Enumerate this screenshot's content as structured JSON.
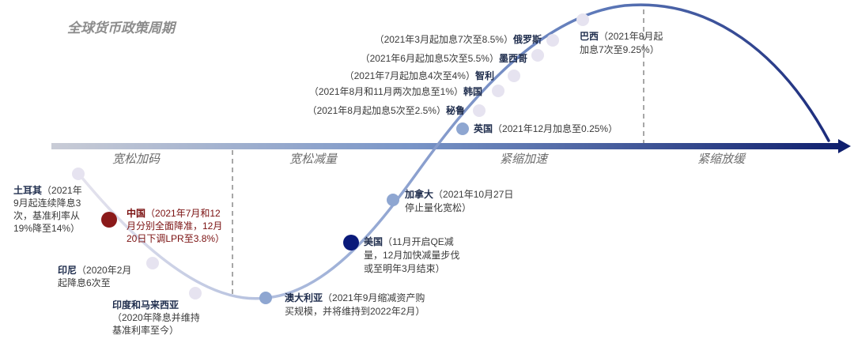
{
  "title": "全球货币政策周期",
  "phases": [
    "宽松加码",
    "宽松减量",
    "紧缩加速",
    "紧缩放缓"
  ],
  "labels": {
    "brazil": {
      "name": "巴西",
      "note1": "（2021年8月起",
      "note2": "加息7次至9.25%）"
    },
    "russia": {
      "note": "（2021年3月起加息7次至8.5%）",
      "name": "俄罗斯"
    },
    "mexico": {
      "note": "（2021年6月起加息5次至5.5%）",
      "name": "墨西哥"
    },
    "chile": {
      "note": "（2021年7月起加息4次至4%）",
      "name": "智利"
    },
    "korea": {
      "note": "（2021年8月和11月两次加息至1%）",
      "name": "韩国"
    },
    "peru": {
      "note": "（2021年8月起加息5次至2.5%）",
      "name": "秘鲁"
    },
    "uk": {
      "name": "英国",
      "note": "（2021年12月加息至0.25%）"
    },
    "canada": {
      "name": "加拿大",
      "note1": "（2021年10月27日",
      "note2": "停止量化宽松）"
    },
    "us": {
      "name": "美国",
      "note1": "（11月开启QE减",
      "note2": "量，12月加快减量步伐",
      "note3": "或至明年3月结束）"
    },
    "australia": {
      "name": "澳大利亚",
      "note1": "（2021年9月缩减资产购",
      "note2": "买规模，并将维持到2022年2月）"
    },
    "turkey": {
      "name": "土耳其",
      "note1": "（2021年",
      "note2": "9月起连续降息3",
      "note3": "次，基准利率从",
      "note4": "19%降至14%）"
    },
    "china": {
      "name": "中国",
      "note1": "（2021年7月和12",
      "note2": "月分别全面降准，12月",
      "note3": "20日下调LPR至3.8%）"
    },
    "indonesia": {
      "name": "印尼",
      "note1": "（2020年2月",
      "note2": "起降息6次至"
    },
    "india_malaysia": {
      "name": "印度和马来西亚",
      "note1": "（2020年降息并维持",
      "note2": "基准利率至今）"
    }
  },
  "colors": {
    "china": "#8b1a1a",
    "us": "#0a1a7a",
    "dot_light": "#e6e3f0",
    "dot_blue": "#8ea6d1"
  }
}
